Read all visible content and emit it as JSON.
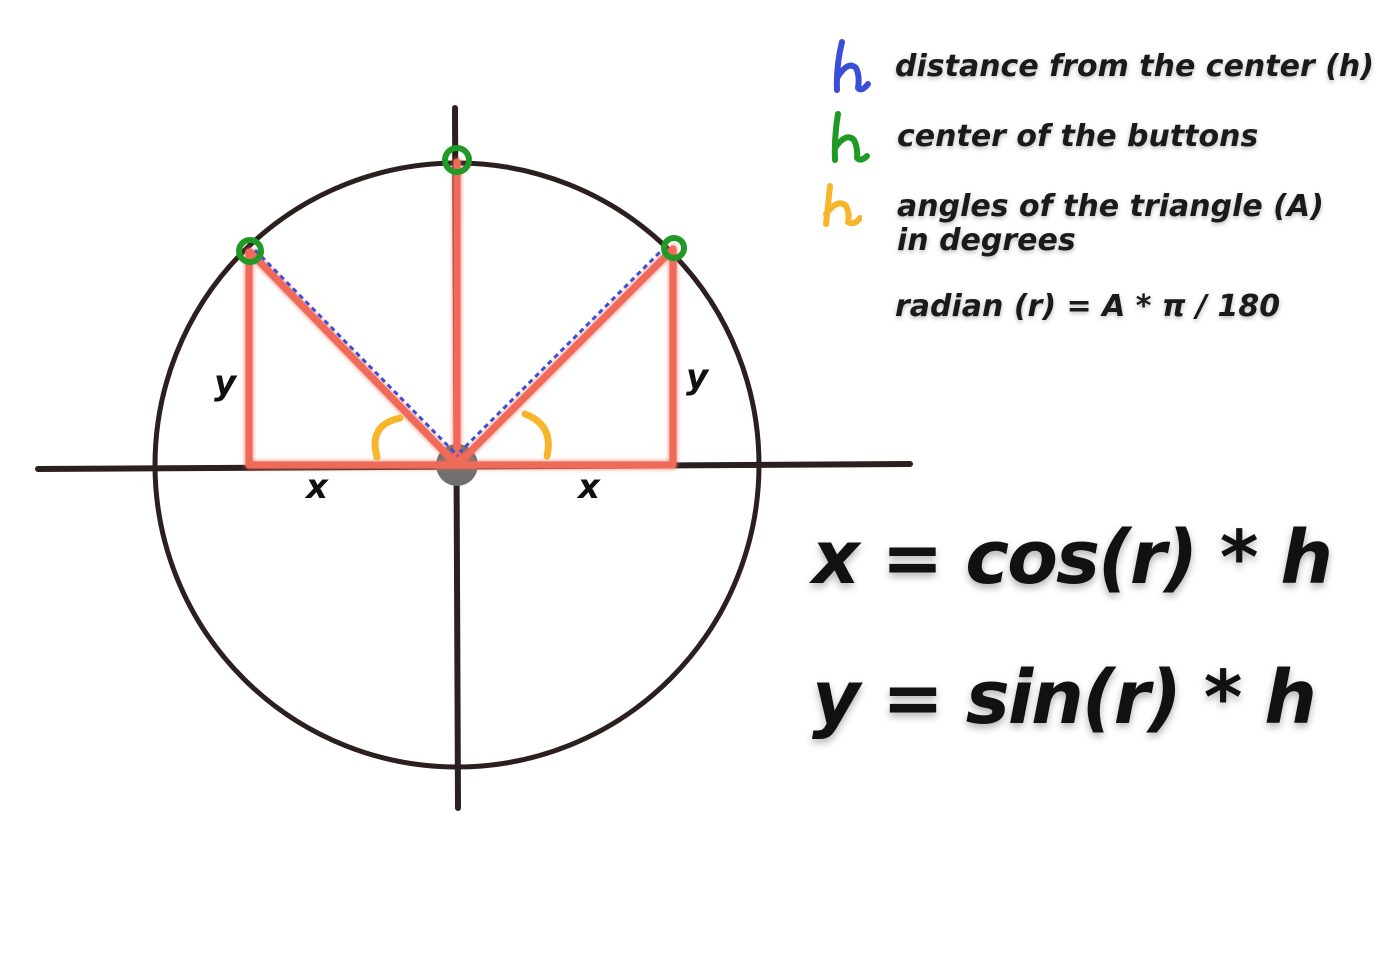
{
  "diagram": {
    "labels": {
      "y_left": "y",
      "y_right": "y",
      "x_left": "x",
      "x_right": "x"
    },
    "colors": {
      "axis": "#2b1f1f",
      "circle": "#2b1f1f",
      "triangle": "#f06a5a",
      "distance": "#3a4fd8",
      "button_center": "#1f9a26",
      "angle": "#f7b52c",
      "origin": "#6f6f6f"
    }
  },
  "legend": {
    "items": [
      {
        "glyph": "h",
        "color": "#3a4fd8",
        "text": "distance from the center (h)"
      },
      {
        "glyph": "h",
        "color": "#1f9a26",
        "text": "center of the buttons"
      },
      {
        "glyph": "h",
        "color": "#f7b52c",
        "text": "angles of the triangle (A)",
        "text2": "in degrees"
      }
    ],
    "radian_formula": "radian (r) = A * π / 180"
  },
  "formulas": {
    "x": "x = cos(r) * h",
    "y": "y = sin(r) * h"
  }
}
